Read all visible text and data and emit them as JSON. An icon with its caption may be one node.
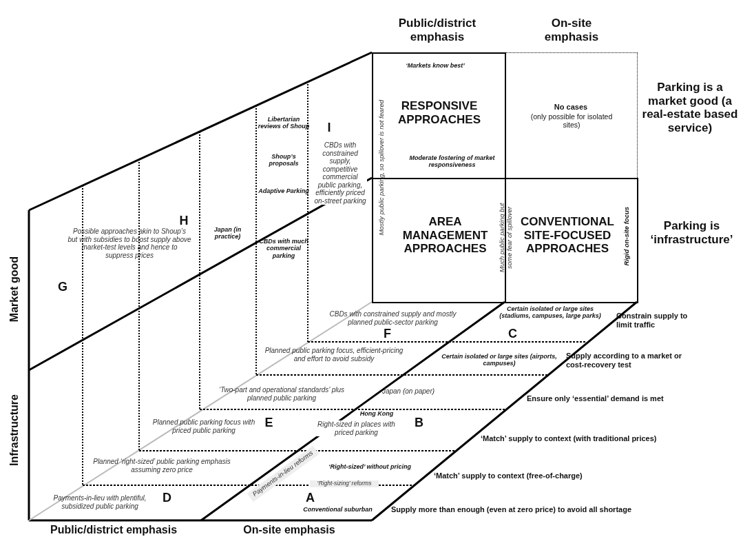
{
  "diagram": {
    "nodes": [
      {
        "text": [
          "‘Markets know best’",
          "RESPONSIVE APPROACHES",
          "Moderate fostering of market responsiveness"
        ]
      },
      {
        "text": [
          "No cases",
          "(only possible for isolated sites)"
        ]
      },
      {
        "text": [
          "AREA MANAGEMENT APPROACHES"
        ]
      },
      {
        "text": [
          "CONVENTIONAL SITE-FOCUSED APPROACHES",
          "Rigid on-site focus"
        ]
      }
    ],
    "labels": [
      "Public/district emphasis",
      "On-site emphasis",
      "Parking is a market good (a real-estate based service)",
      "Libertarian reviews of Shoup",
      "Shoup’s proposals",
      "Adaptive Parking",
      "I",
      "CBDs with constrained supply, competitive commercial public parking, efficiently priced on-street parking",
      "Mostly public parking, so spillover is not feared",
      "H",
      "Japan (in practice)",
      "CBDs with much commercial parking",
      "Possible approaches akin to Shoup’s but with subsidies to boost supply above market-test levels and hence to suppress prices",
      "Much public parking but some fear of spillover",
      "Parking is ‘infrastructure’",
      "Market good",
      "G",
      "CBDs with constrained supply and mostly planned public-sector parking",
      "Certain isolated or large sites (stadiums, campuses, large parks)",
      "Constrain supply to limit traffic",
      "F",
      "C",
      "Planned public parking focus, efficient-pricing and effort to avoid subsidy",
      "Certain isolated or large sites (airports, campuses)",
      "Supply according to a market or cost-recovery test",
      "‘Two-part and operational standards’ plus planned public parking",
      "Japan (on paper)",
      "Ensure only ‘essential’ demand is met",
      "Infrastructure",
      "Hong Kong",
      "Planned public parking focus with priced public parking",
      "E",
      "Right-sized in places with priced parking",
      "B",
      "‘Match’ supply to context (with traditional prices)",
      "Planned ‘right-sized’ public parking emphasis assuming zero price",
      "‘Right-sized’ without pricing",
      "Payments-in-lieu reforms",
      "‘Match’ supply to context (free-of-charge)",
      "‘Right-sizing’ reforms",
      "Payments-in-lieu with plentiful, subsidized public parking",
      "D",
      "A",
      "Conventional suburban",
      "Supply more than enough (even at zero price) to avoid all shortage",
      "Public/district emphasis",
      "On-site emphasis"
    ]
  }
}
